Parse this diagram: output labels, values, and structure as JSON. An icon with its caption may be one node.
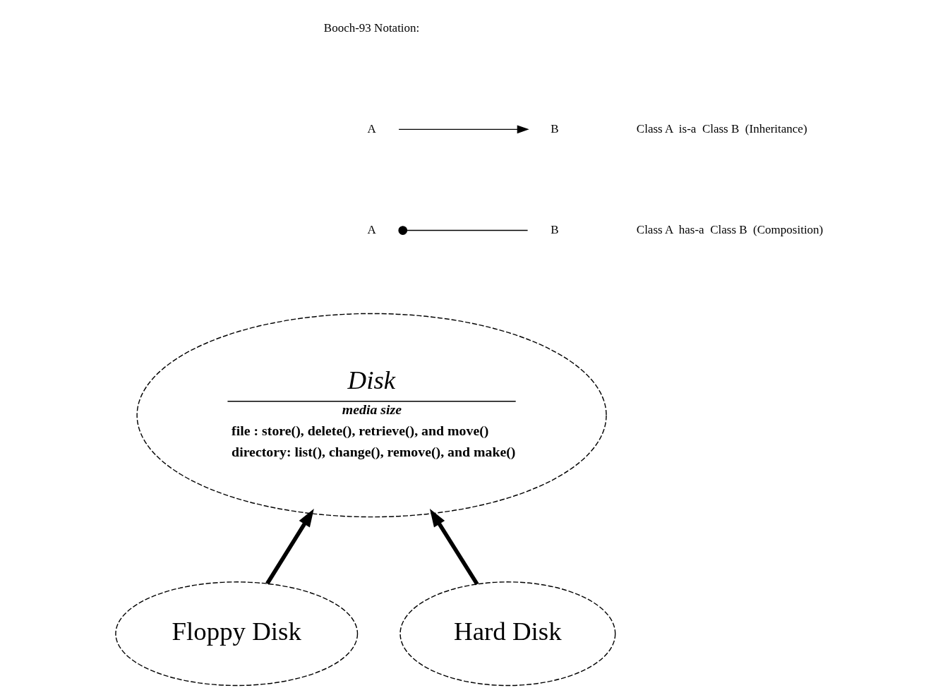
{
  "diagram": {
    "nodes": [
      {
        "text": [
          "A"
        ]
      },
      {
        "text": [
          "B"
        ]
      },
      {
        "text": [
          "A"
        ]
      },
      {
        "text": [
          "B"
        ]
      },
      {
        "text": [
          "Disk",
          "media size",
          "file : store(), delete(), retrieve(), and move()",
          "directory: list(), change(), remove(), and make()"
        ]
      },
      {
        "text": [
          "Floppy Disk"
        ]
      },
      {
        "text": [
          "Hard Disk"
        ]
      }
    ],
    "edges": [
      {
        "from": 0,
        "to": 1,
        "arrow": "to"
      },
      {
        "from": 2,
        "to": 3,
        "arrow": "other"
      },
      {
        "from": 5,
        "to": 4,
        "arrow": "to",
        "style": "thick"
      },
      {
        "from": 6,
        "to": 4,
        "arrow": "to",
        "style": "thick"
      }
    ],
    "labels": [
      "Booch-93 Notation:",
      "Class A  is-a  Class B  (Inheritance)",
      "Class A  has-a  Class B  (Composition)"
    ]
  }
}
